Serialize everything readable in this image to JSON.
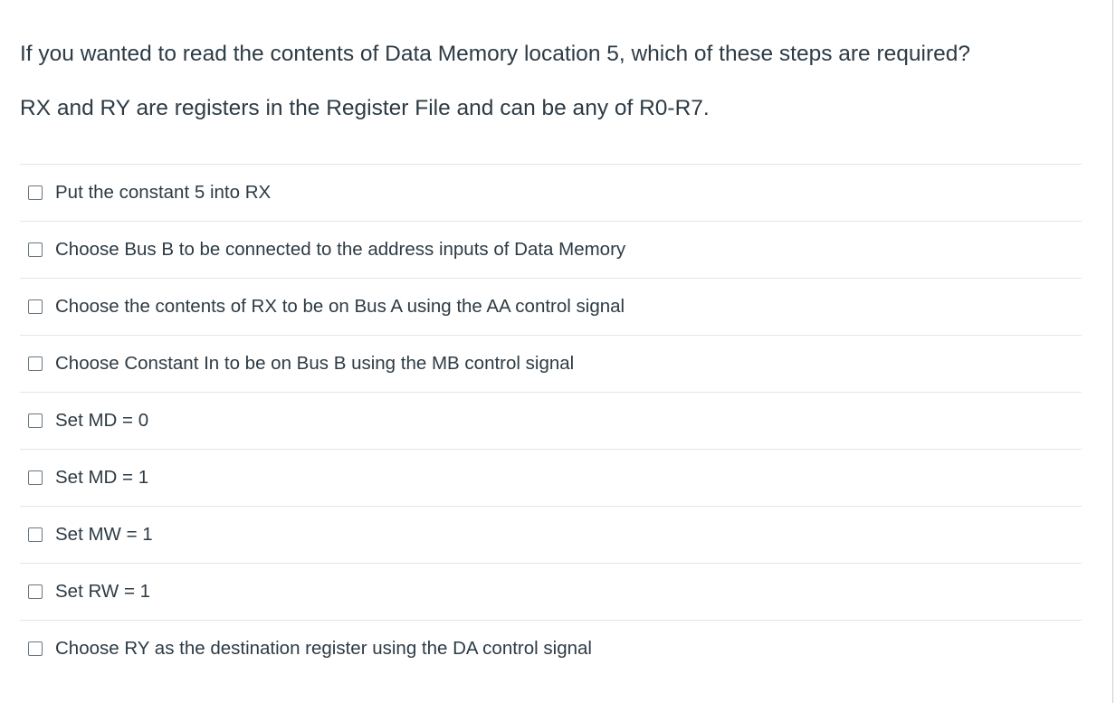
{
  "question": {
    "line1": "If you wanted to read the contents of Data Memory location 5, which of these steps are required?",
    "line2": "RX and RY are registers in the Register File and can be any of R0-R7."
  },
  "answers": [
    {
      "label": "Put the constant 5 into RX",
      "checked": false
    },
    {
      "label": "Choose Bus B to be connected to the address inputs of Data Memory",
      "checked": false
    },
    {
      "label": "Choose the contents of RX to be on Bus A using the AA control signal",
      "checked": false
    },
    {
      "label": "Choose Constant In to be on Bus B using the MB control signal",
      "checked": false
    },
    {
      "label": "Set MD = 0",
      "checked": false
    },
    {
      "label": "Set MD = 1",
      "checked": false
    },
    {
      "label": "Set MW = 1",
      "checked": false
    },
    {
      "label": "Set RW = 1",
      "checked": false
    },
    {
      "label": "Choose RY as the destination register using the DA control signal",
      "checked": false
    }
  ]
}
